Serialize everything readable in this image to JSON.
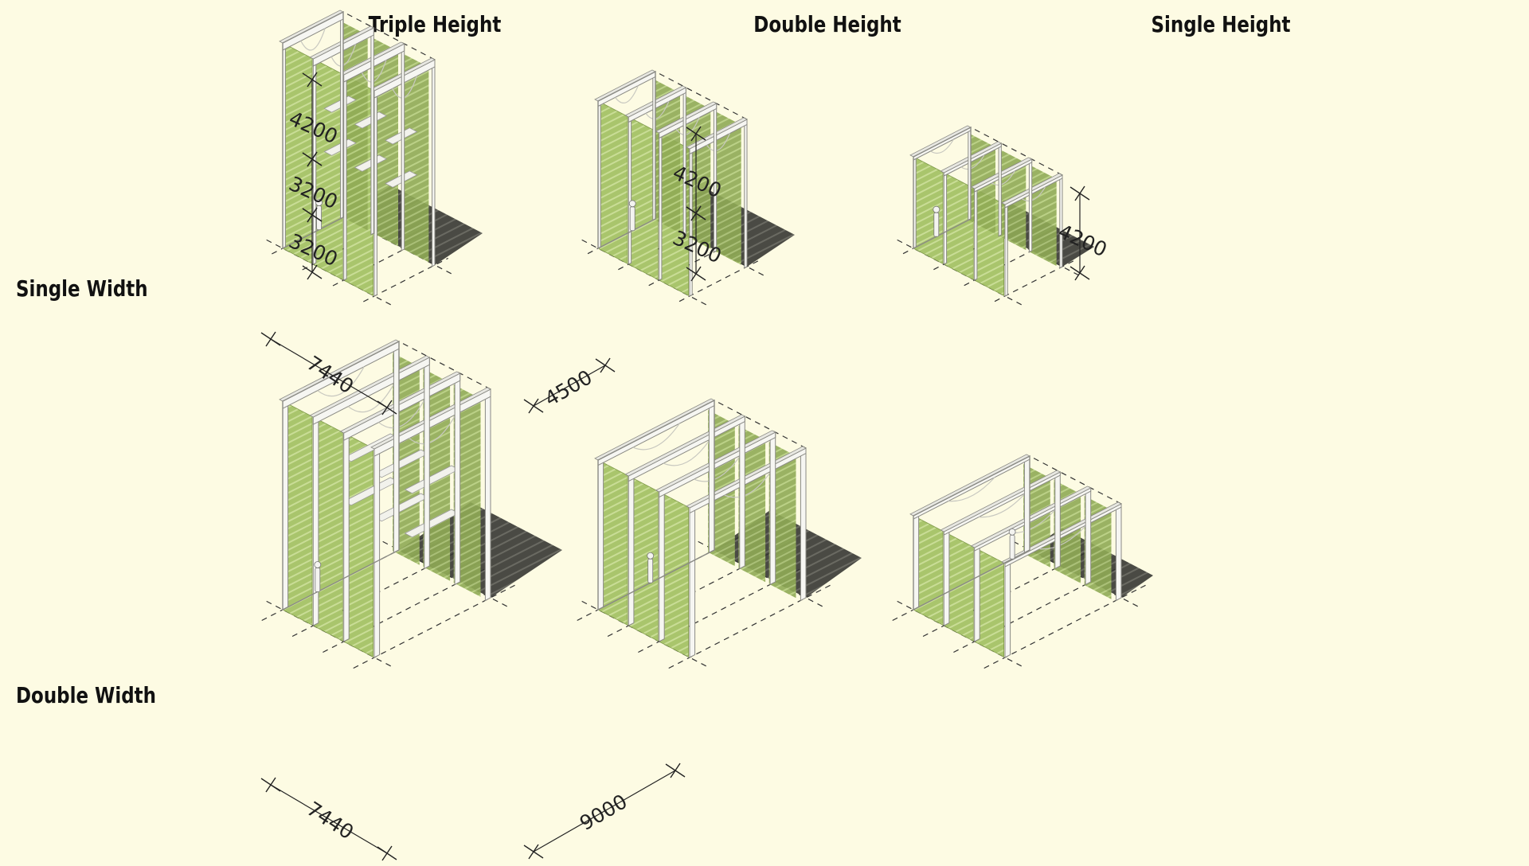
{
  "columns": {
    "triple": "Triple Height",
    "double": "Double Height",
    "single": "Single Height"
  },
  "rows": {
    "single_width": "Single Width",
    "double_width": "Double Width"
  },
  "dimensions": {
    "floor_1": "4200",
    "floor_2": "3200",
    "floor_3": "3200",
    "dh_floor_1": "4200",
    "dh_floor_2": "3200",
    "sh_floor_1": "4200",
    "depth_sw": "7440",
    "width_sw": "4500",
    "depth_dw": "7440",
    "width_dw": "9000"
  },
  "colors": {
    "background": "#fdfbe3",
    "frame": "#f4f4f0",
    "panel": "#a8c46a",
    "shadow": "#4a4a44"
  }
}
